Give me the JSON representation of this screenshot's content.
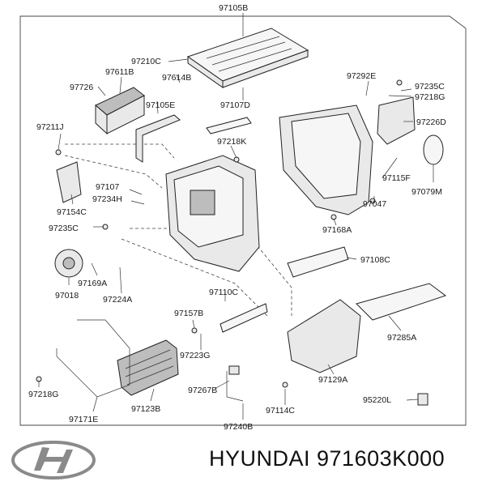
{
  "diagram": {
    "labels": [
      "97105B",
      "97210C",
      "97611B",
      "97614B",
      "97726",
      "97105E",
      "97107D",
      "97292E",
      "97235C",
      "97218G",
      "97226D",
      "97211J",
      "97218K",
      "97107",
      "97234H",
      "97154C",
      "97235C",
      "97115F",
      "97047",
      "97079M",
      "97168A",
      "97108C",
      "97018",
      "97169A",
      "97224A",
      "97110C",
      "97157B",
      "97223G",
      "97285A",
      "97129A",
      "97218G",
      "97123B",
      "97171E",
      "97267B",
      "97114C",
      "95220L",
      "97240B"
    ]
  },
  "footer": {
    "brand_text": "HYUNDAI 971603K000"
  }
}
